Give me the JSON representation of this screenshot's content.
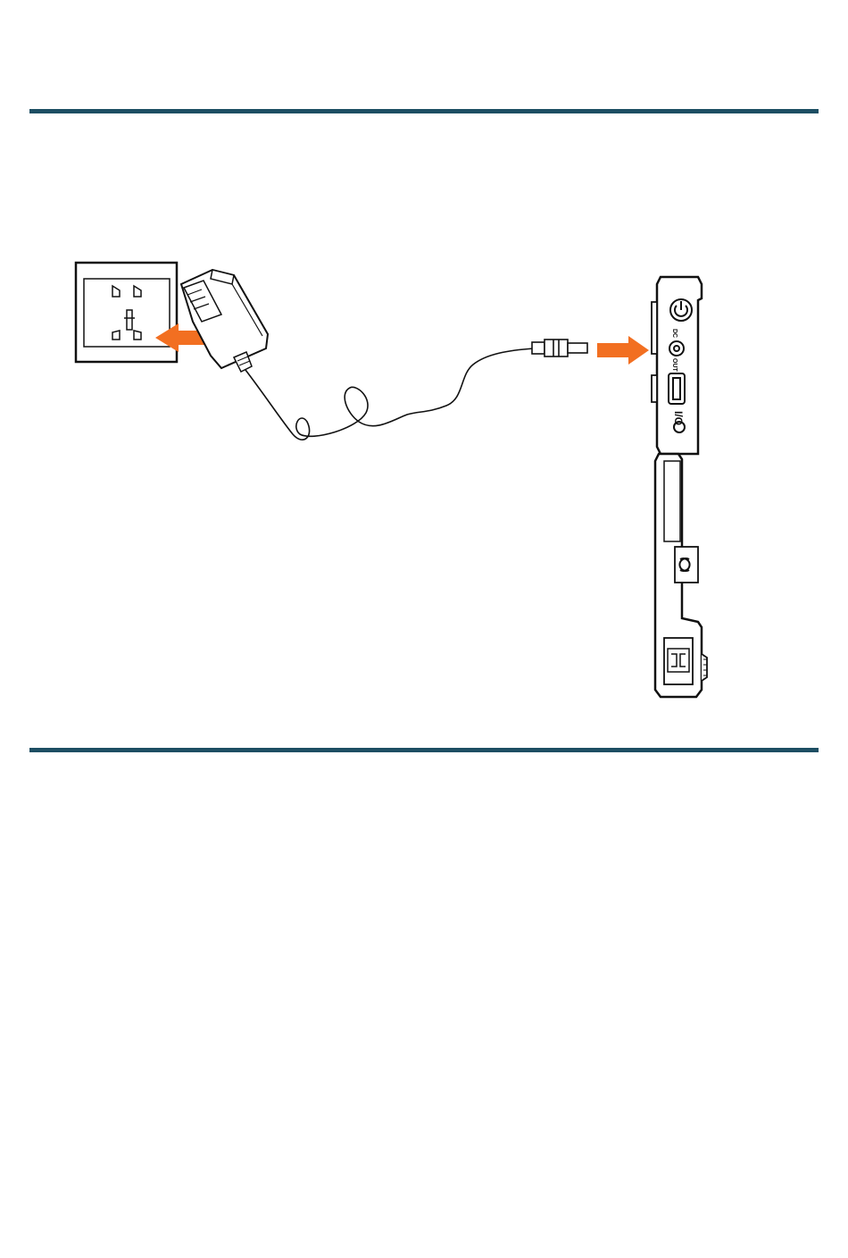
{
  "colors": {
    "rule": "#1d4e63",
    "arrow": "#f26f21",
    "line": "#111111"
  },
  "device_labels": {
    "dc_jack": "DC",
    "hdmi_out": "OUT",
    "io_port": "I/O"
  },
  "icons": [
    "power-button-icon",
    "refresh-icon",
    "arrow-left-icon",
    "arrow-right-icon"
  ]
}
